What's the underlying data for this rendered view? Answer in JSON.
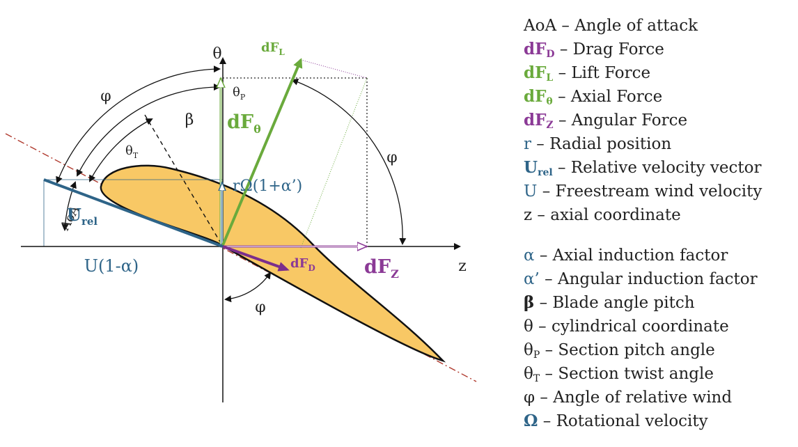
{
  "diagram": {
    "labels": {
      "theta_axis": "θ",
      "z_axis": "z",
      "phi_top": "φ",
      "phi_right": "φ",
      "phi_bottom": "φ",
      "beta": "β",
      "theta_p": "θ",
      "theta_p_sub": "P",
      "theta_t": "θ",
      "theta_t_sub": "T",
      "aoa": "AoA",
      "u_rel": "U",
      "u_rel_sub": "rel",
      "u_one_minus_alpha": "U(1-α)",
      "r_omega": "rΩ(1+α’)",
      "df_l": "dF",
      "df_l_sub": "L",
      "df_theta": "dF",
      "df_theta_sub": "θ",
      "df_d": "dF",
      "df_d_sub": "D",
      "df_z": "dF",
      "df_z_sub": "Z"
    },
    "colors": {
      "airfoil_fill": "#f8c865",
      "lift": "#6aaa3c",
      "purple": "#8b3a96",
      "blue": "#2e6488",
      "chord_line": "#b03a2e"
    }
  },
  "legend": {
    "items": [
      {
        "symbol": "AoA",
        "sub": "",
        "color": "#222222",
        "bold": false,
        "text": " – Angle of attack"
      },
      {
        "symbol": "dF",
        "sub": "D",
        "color": "#8b3a96",
        "bold": true,
        "text": " – Drag Force"
      },
      {
        "symbol": "dF",
        "sub": "L",
        "color": "#6aaa3c",
        "bold": true,
        "text": " – Lift Force"
      },
      {
        "symbol": "dF",
        "sub": "θ",
        "color": "#6aaa3c",
        "bold": true,
        "text": " – Axial Force"
      },
      {
        "symbol": "dF",
        "sub": "Z",
        "color": "#8b3a96",
        "bold": true,
        "text": " – Angular Force"
      },
      {
        "symbol": "r",
        "sub": "",
        "color": "#2e6488",
        "bold": false,
        "text": " – Radial position"
      },
      {
        "symbol": "U",
        "sub": "rel",
        "color": "#2e6488",
        "bold": true,
        "text": " – Relative velocity vector"
      },
      {
        "symbol": "U",
        "sub": "",
        "color": "#2e6488",
        "bold": false,
        "text": " – Freestream wind velocity"
      },
      {
        "symbol": "z",
        "sub": "",
        "color": "#222222",
        "bold": false,
        "text": " – axial coordinate"
      },
      {
        "symbol": "α",
        "sub": "",
        "color": "#2e6488",
        "bold": false,
        "text": " – Axial induction factor"
      },
      {
        "symbol": "α’",
        "sub": "",
        "color": "#2e6488",
        "bold": false,
        "text": " – Angular induction factor"
      },
      {
        "symbol": "β",
        "sub": "",
        "color": "#222222",
        "bold": true,
        "text": " – Blade angle pitch"
      },
      {
        "symbol": "θ",
        "sub": "",
        "color": "#222222",
        "bold": false,
        "text": " – cylindrical coordinate"
      },
      {
        "symbol": "θ",
        "sub": "P",
        "color": "#222222",
        "bold": false,
        "text": " – Section pitch angle"
      },
      {
        "symbol": "θ",
        "sub": "T",
        "color": "#222222",
        "bold": false,
        "text": " – Section twist angle"
      },
      {
        "symbol": "φ",
        "sub": "",
        "color": "#222222",
        "bold": false,
        "text": " – Angle of relative wind"
      },
      {
        "symbol": "Ω",
        "sub": "",
        "color": "#2e6488",
        "bold": true,
        "text": " – Rotational velocity"
      }
    ]
  }
}
